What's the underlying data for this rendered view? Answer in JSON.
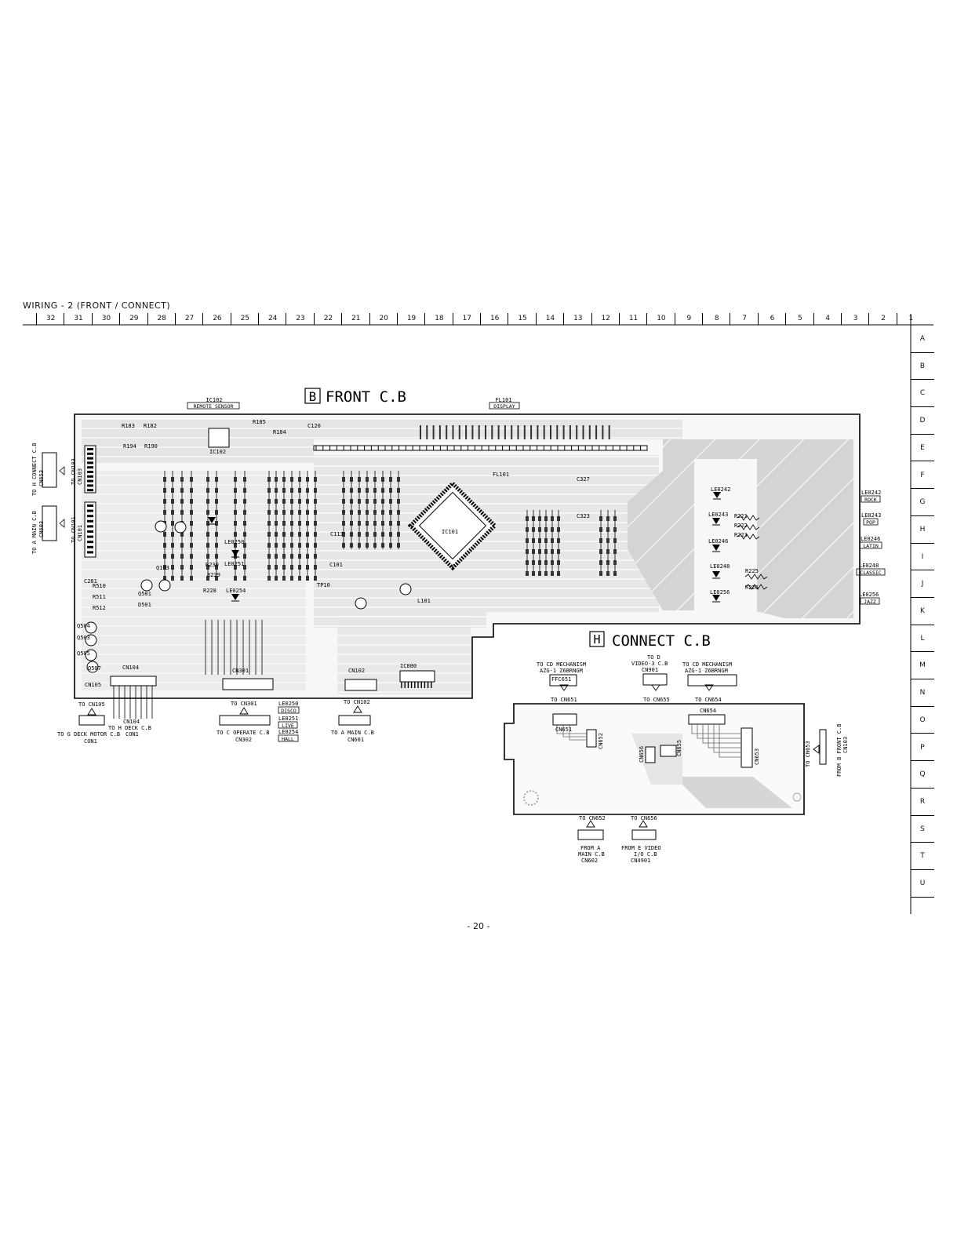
{
  "page": {
    "title": "WIRING - 2 (FRONT / CONNECT)",
    "page_number": "- 20 -"
  },
  "ruler": {
    "columns": [
      "32",
      "31",
      "30",
      "29",
      "28",
      "27",
      "26",
      "25",
      "24",
      "23",
      "22",
      "21",
      "20",
      "19",
      "18",
      "17",
      "16",
      "15",
      "14",
      "13",
      "12",
      "11",
      "10",
      "9",
      "8",
      "7",
      "6",
      "5",
      "4",
      "3",
      "2",
      "1"
    ],
    "rows": [
      "A",
      "B",
      "C",
      "D",
      "E",
      "F",
      "G",
      "H",
      "I",
      "J",
      "K",
      "L",
      "M",
      "N",
      "O",
      "P",
      "Q",
      "R",
      "S",
      "T",
      "U"
    ]
  },
  "front_board": {
    "letter": "B",
    "name": "FRONT C.B",
    "ic102_ref": "IC102",
    "ic102_label": "REMOTE SENSOR",
    "fl101_ref": "FL101",
    "fl101_label": "DISPLAY",
    "ic101": "IC101",
    "fl101_inboard": "FL101",
    "ic102_inboard": "IC102",
    "tp10": "TP10",
    "l101": "L101",
    "cn105": "CN105",
    "cn104": "CN104",
    "cn301": "CN301",
    "cn102": "CN102",
    "cn103": "CN103",
    "cn101": "CN101",
    "q501": "Q501",
    "d501": "D501",
    "q103": "Q103",
    "r510": "R510",
    "r511": "R511",
    "r512": "R512",
    "r228": "R228",
    "r229": "R229",
    "r230": "R230",
    "r183": "R183",
    "r182": "R182",
    "r184": "R184",
    "r185": "R185",
    "r194": "R194",
    "r190": "R190",
    "c120": "C120",
    "c113": "C113",
    "c101": "C101",
    "c281": "C281",
    "q504": "Q504",
    "q503": "Q503",
    "q505": "Q505",
    "q507": "Q507",
    "ic880": "IC880",
    "c327": "C327",
    "c323": "C323"
  },
  "leds": [
    {
      "ref": "LE0242",
      "tag": "ROCK"
    },
    {
      "ref": "LE0243",
      "tag": "POP"
    },
    {
      "ref": "LE0246",
      "tag": "LATIN"
    },
    {
      "ref": "LE0248",
      "tag": "CLASSIC"
    },
    {
      "ref": "LE0256",
      "tag": "JAZZ"
    }
  ],
  "leds_bottom": [
    {
      "ref": "LE0250",
      "tag": "DISCO"
    },
    {
      "ref": "LE0251",
      "tag": "LIVE"
    },
    {
      "ref": "LE0254",
      "tag": "HALL"
    }
  ],
  "front_inboard_leds": [
    "LE0242",
    "LE0243",
    "LE0246",
    "LE0248",
    "LE0256",
    "LE0250",
    "LE0251",
    "LE0254"
  ],
  "front_resistors_right": [
    "R221",
    "R222",
    "R223",
    "R225",
    "R226"
  ],
  "front_connectors": {
    "left_top": {
      "to": "TO CN103",
      "line1": "TO H CONNECT C.B",
      "line2": "CN653"
    },
    "left_bottom": {
      "to": "TO CN101",
      "line1": "TO A MAIN C.B",
      "line2": "CN603"
    },
    "cn105_to": "TO CN105",
    "cn105_dest": "TO G DECK MOTOR C.B",
    "cn105_sub": "CON1",
    "cn104_to": "TO H DECK C.B",
    "cn104_sub": "CN104",
    "cn104_sub2": "CON1",
    "cn301_to": "TO CN301",
    "cn301_dest": "TO C OPERATE C.B",
    "cn301_sub": "CN302",
    "cn102_to": "TO CN102",
    "cn102_dest": "TO A MAIN C.B",
    "cn102_sub": "CN601"
  },
  "connect_board": {
    "letter": "H",
    "name": "CONNECT C.B",
    "cn651": "CN651",
    "cn652": "CN652",
    "cn654": "CN654",
    "cn655": "CN655",
    "cn656": "CN656",
    "cn653": "CN653",
    "cd_left_line1": "TO CD MECHANISM",
    "cd_left_line2": "AZG-1 Z6BRNGM",
    "cd_left_ffc": "FFC651",
    "cd_left_to": "TO CN651",
    "video_line1": "TO D",
    "video_line2": "VIDEO-3 C.B",
    "video_line3": "CN901",
    "video_to": "TO CN655",
    "cd_right_line1": "TO CD MECHANISM",
    "cd_right_line2": "AZG-1 Z6BRNGM",
    "cd_right_to": "TO CN654",
    "right_to": "TO CN653",
    "right_from": "FROM B FRONT C.B",
    "right_sub": "CN103",
    "bottom_left_to": "TO CN652",
    "bottom_left_from": "FROM A",
    "bottom_left_line2": "MAIN C.B",
    "bottom_left_line3": "CN602",
    "bottom_right_to": "TO CN656",
    "bottom_right_from": "FROM E VIDEO",
    "bottom_right_line2": "I/O C.B",
    "bottom_right_line3": "CN4901"
  }
}
